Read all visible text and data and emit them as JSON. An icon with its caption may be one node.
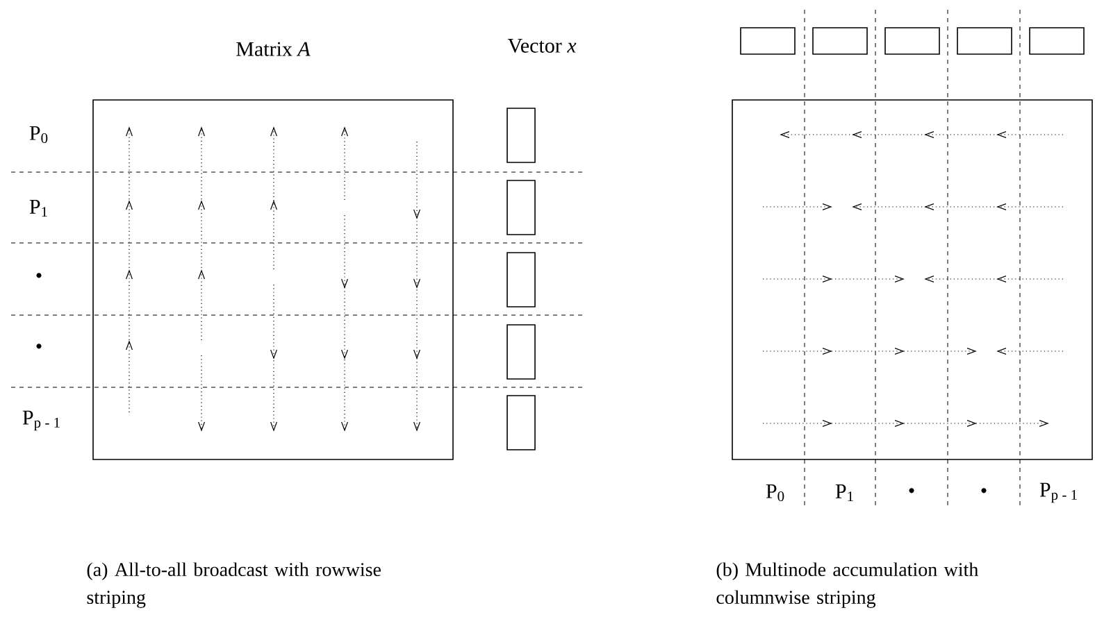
{
  "diagram": {
    "nodes": [
      {
        "text": [
          "Matrix *A*"
        ]
      },
      {
        "text": [],
        "shape": "box"
      },
      {
        "text": [],
        "shape": "box"
      },
      {
        "text": [],
        "shape": "box"
      },
      {
        "text": [],
        "shape": "box"
      },
      {
        "text": [],
        "shape": "box"
      },
      {
        "text": [],
        "shape": "box"
      },
      {
        "text": [],
        "shape": "box"
      },
      {
        "text": [],
        "shape": "box"
      },
      {
        "text": [],
        "shape": "box"
      },
      {
        "text": [],
        "shape": "box"
      },
      {
        "text": [],
        "shape": "box"
      }
    ],
    "labels": [
      "Vector *x*",
      "P$_{0}$",
      "P$_{1}$",
      "•",
      "•",
      "P$_{p - 1}$",
      "P$_{0}$",
      "P$_{1}$",
      "•",
      "•",
      "P$_{p - 1}$",
      "(a)  All-to-all broadcast with rowwise striping",
      "(b)  Multinode accumulation with columnwise striping"
    ]
  }
}
